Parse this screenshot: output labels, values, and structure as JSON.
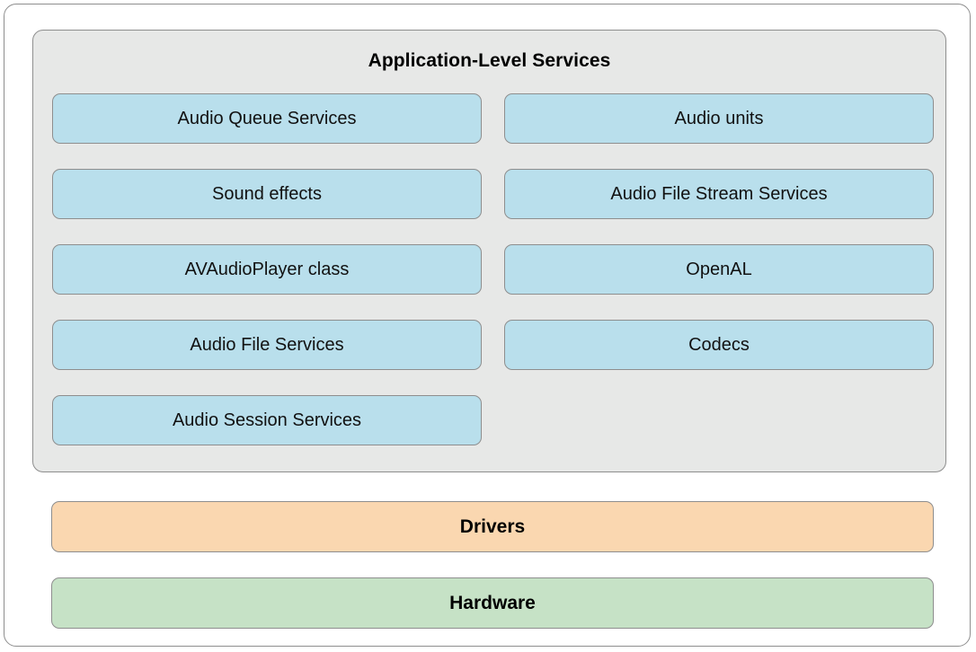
{
  "diagram": {
    "title": "Application-Level Services",
    "panel_name": "application-level-services",
    "colors": {
      "service_box": "#b9dfec",
      "panel_background": "#e7e8e7",
      "drivers_bar": "#fad7b0",
      "hardware_bar": "#c6e2c6",
      "border": "#8e8e8e",
      "page_background": "#ffffff",
      "text": "#111111"
    },
    "columns": {
      "left": [
        {
          "label": "Audio Queue Services"
        },
        {
          "label": "Sound effects"
        },
        {
          "label": "AVAudioPlayer class"
        },
        {
          "label": "Audio File Services"
        },
        {
          "label": "Audio Session Services"
        }
      ],
      "right": [
        {
          "label": "Audio units"
        },
        {
          "label": "Audio File Stream Services"
        },
        {
          "label": "OpenAL"
        },
        {
          "label": "Codecs"
        }
      ]
    },
    "layers": [
      {
        "label": "Drivers"
      },
      {
        "label": "Hardware"
      }
    ]
  }
}
